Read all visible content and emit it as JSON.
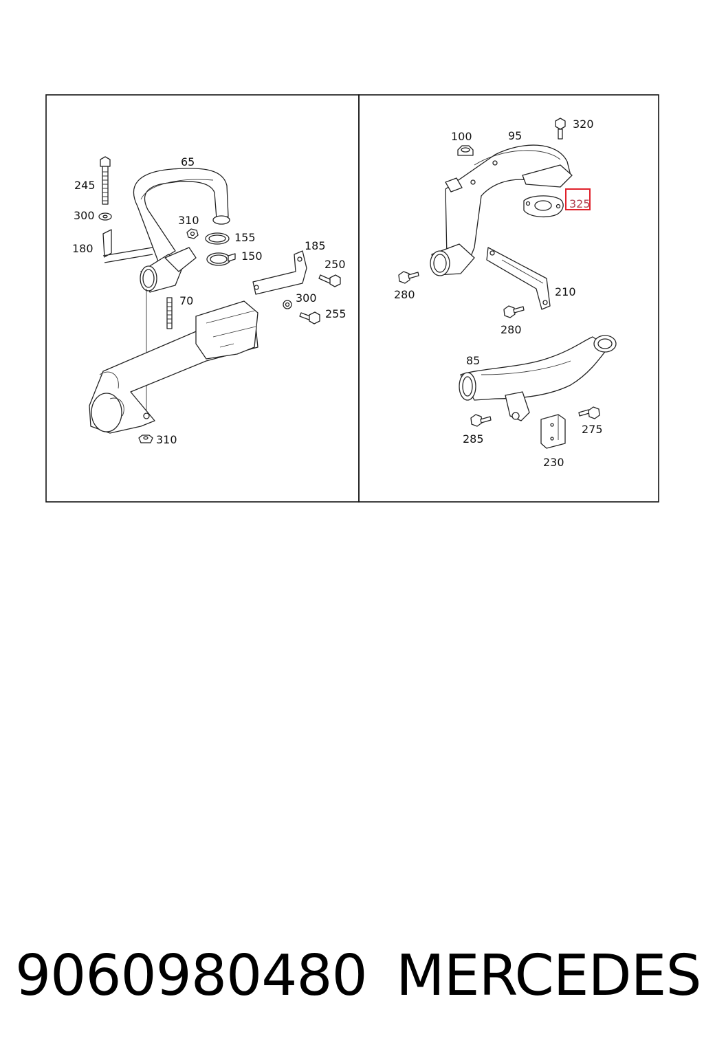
{
  "left_panel": {
    "labels": {
      "l65": "65",
      "l245": "245",
      "l300a": "300",
      "l180": "180",
      "l310a": "310",
      "l155": "155",
      "l150": "150",
      "l185": "185",
      "l250": "250",
      "l70": "70",
      "l300b": "300",
      "l255": "255",
      "l310b": "310"
    }
  },
  "right_panel": {
    "labels": {
      "l320": "320",
      "l100": "100",
      "l95": "95",
      "l325": "325",
      "l280a": "280",
      "l210": "210",
      "l280b": "280",
      "l85": "85",
      "l285": "285",
      "l275": "275",
      "l230": "230"
    },
    "highlighted_part": "325",
    "highlight_color": "#e0202a"
  },
  "footer": {
    "part_number": "9060980480",
    "brand": "MERCEDES"
  }
}
